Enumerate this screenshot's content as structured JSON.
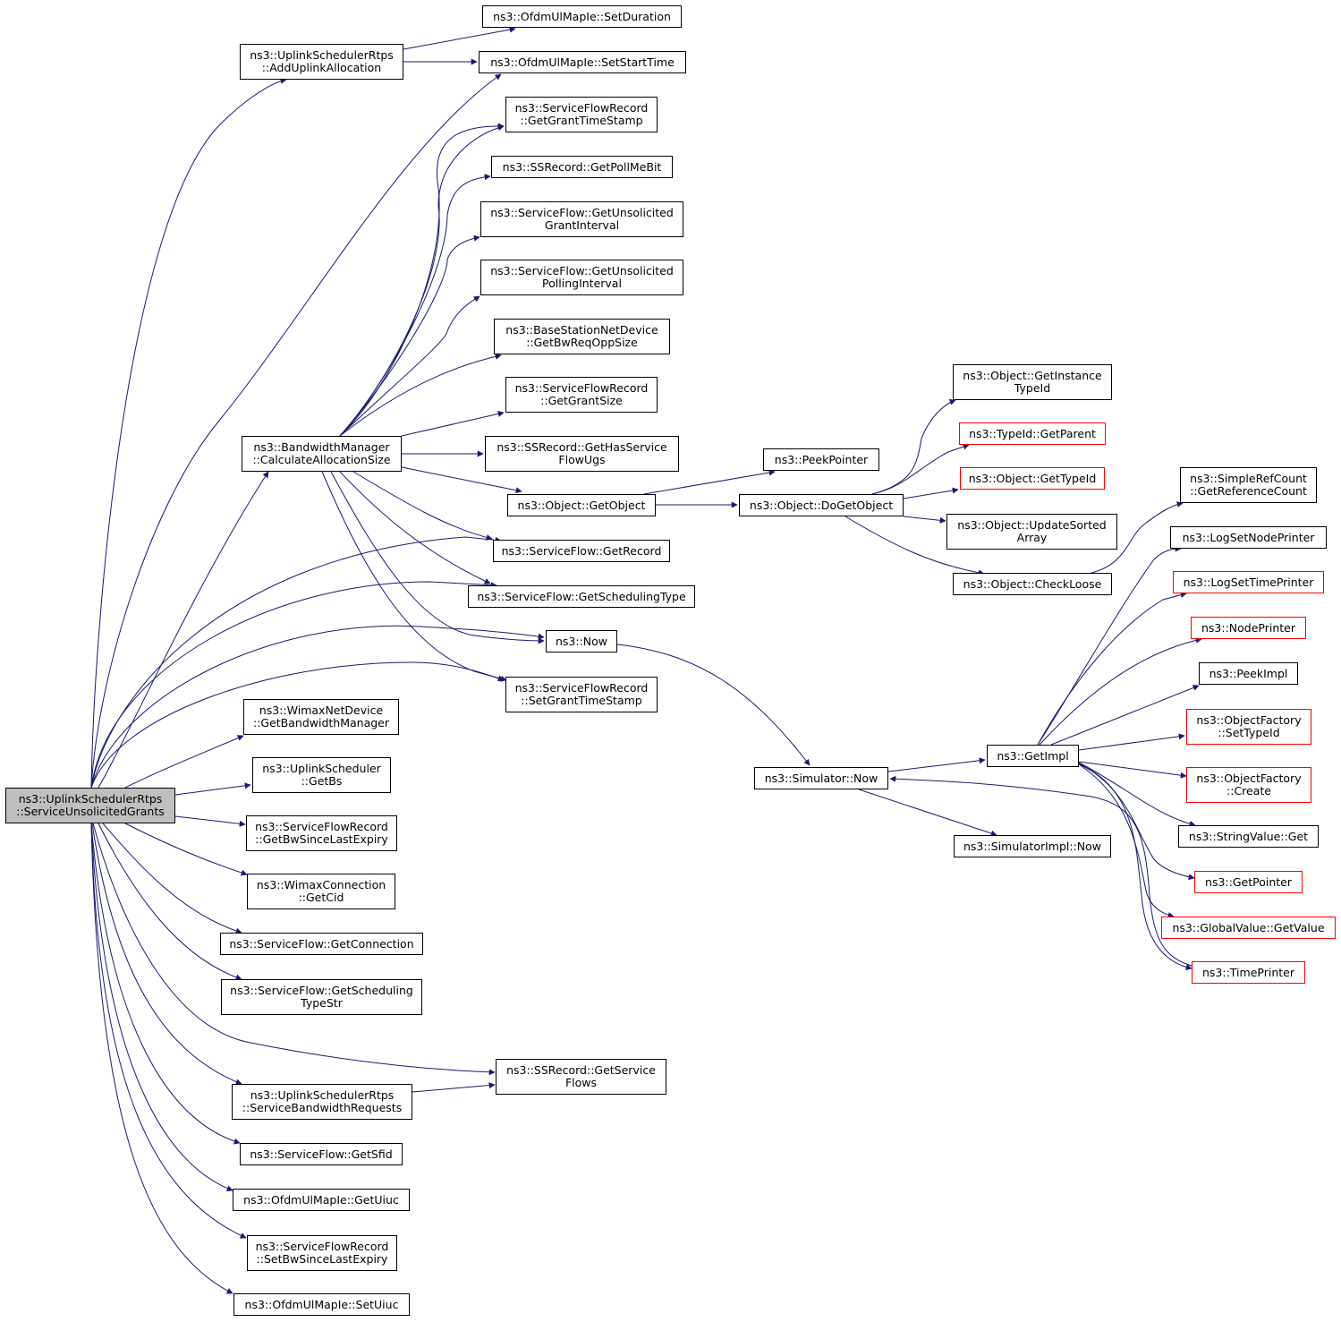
{
  "colors": {
    "edge": "#191970",
    "border": "#000000",
    "incomplete_border": "#ff0000",
    "root_fill": "#bfbfbf"
  },
  "nodes": {
    "root": {
      "l1": "ns3::UplinkSchedulerRtps",
      "l2": "::ServiceUnsolicitedGrants"
    },
    "add_uplink": {
      "l1": "ns3::UplinkSchedulerRtps",
      "l2": "::AddUplinkAllocation"
    },
    "set_duration": {
      "l1": "ns3::OfdmUlMapIe::SetDuration"
    },
    "set_start_time": {
      "l1": "ns3::OfdmUlMapIe::SetStartTime"
    },
    "get_grant_ts": {
      "l1": "ns3::ServiceFlowRecord",
      "l2": "::GetGrantTimeStamp"
    },
    "get_poll_me": {
      "l1": "ns3::SSRecord::GetPollMeBit"
    },
    "get_unsol_grant": {
      "l1": "ns3::ServiceFlow::GetUnsolicited",
      "l2": "GrantInterval"
    },
    "get_unsol_poll": {
      "l1": "ns3::ServiceFlow::GetUnsolicited",
      "l2": "PollingInterval"
    },
    "get_bwreq": {
      "l1": "ns3::BaseStationNetDevice",
      "l2": "::GetBwReqOppSize"
    },
    "get_grant_size": {
      "l1": "ns3::ServiceFlowRecord",
      "l2": "::GetGrantSize"
    },
    "calc_alloc": {
      "l1": "ns3::BandwidthManager",
      "l2": "::CalculateAllocationSize"
    },
    "get_has_sf": {
      "l1": "ns3::SSRecord::GetHasService",
      "l2": "FlowUgs"
    },
    "get_object": {
      "l1": "ns3::Object::GetObject"
    },
    "get_record": {
      "l1": "ns3::ServiceFlow::GetRecord"
    },
    "get_sched_type": {
      "l1": "ns3::ServiceFlow::GetSchedulingType"
    },
    "now": {
      "l1": "ns3::Now"
    },
    "set_grant_ts": {
      "l1": "ns3::ServiceFlowRecord",
      "l2": "::SetGrantTimeStamp"
    },
    "peek_pointer": {
      "l1": "ns3::PeekPointer"
    },
    "do_get_object": {
      "l1": "ns3::Object::DoGetObject"
    },
    "get_inst_typeid": {
      "l1": "ns3::Object::GetInstance",
      "l2": "TypeId"
    },
    "typeid_parent": {
      "l1": "ns3::TypeId::GetParent"
    },
    "obj_get_typeid": {
      "l1": "ns3::Object::GetTypeId"
    },
    "update_sorted": {
      "l1": "ns3::Object::UpdateSorted",
      "l2": "Array"
    },
    "check_loose": {
      "l1": "ns3::Object::CheckLoose"
    },
    "ref_count": {
      "l1": "ns3::SimpleRefCount",
      "l2": "::GetReferenceCount"
    },
    "log_node_printer": {
      "l1": "ns3::LogSetNodePrinter"
    },
    "log_time_printer": {
      "l1": "ns3::LogSetTimePrinter"
    },
    "node_printer": {
      "l1": "ns3::NodePrinter"
    },
    "peek_impl": {
      "l1": "ns3::PeekImpl"
    },
    "of_set_typeid": {
      "l1": "ns3::ObjectFactory",
      "l2": "::SetTypeId"
    },
    "of_create": {
      "l1": "ns3::ObjectFactory",
      "l2": "::Create"
    },
    "string_value_get": {
      "l1": "ns3::StringValue::Get"
    },
    "get_pointer": {
      "l1": "ns3::GetPointer"
    },
    "global_value": {
      "l1": "ns3::GlobalValue::GetValue"
    },
    "time_printer": {
      "l1": "ns3::TimePrinter"
    },
    "get_impl": {
      "l1": "ns3::GetImpl"
    },
    "sim_now": {
      "l1": "ns3::Simulator::Now"
    },
    "simimpl_now": {
      "l1": "ns3::SimulatorImpl::Now"
    },
    "get_bw_manager": {
      "l1": "ns3::WimaxNetDevice",
      "l2": "::GetBandwidthManager"
    },
    "get_bs": {
      "l1": "ns3::UplinkScheduler",
      "l2": "::GetBs"
    },
    "get_bw_since": {
      "l1": "ns3::ServiceFlowRecord",
      "l2": "::GetBwSinceLastExpiry"
    },
    "get_cid": {
      "l1": "ns3::WimaxConnection",
      "l2": "::GetCid"
    },
    "get_connection": {
      "l1": "ns3::ServiceFlow::GetConnection"
    },
    "get_sched_type_str": {
      "l1": "ns3::ServiceFlow::GetScheduling",
      "l2": "TypeStr"
    },
    "get_service_flows": {
      "l1": "ns3::SSRecord::GetService",
      "l2": "Flows"
    },
    "service_bw_req": {
      "l1": "ns3::UplinkSchedulerRtps",
      "l2": "::ServiceBandwidthRequests"
    },
    "get_sfid": {
      "l1": "ns3::ServiceFlow::GetSfid"
    },
    "get_uiuc": {
      "l1": "ns3::OfdmUlMapIe::GetUiuc"
    },
    "set_bw_since": {
      "l1": "ns3::ServiceFlowRecord",
      "l2": "::SetBwSinceLastExpiry"
    },
    "set_uiuc": {
      "l1": "ns3::OfdmUlMapIe::SetUiuc"
    }
  }
}
